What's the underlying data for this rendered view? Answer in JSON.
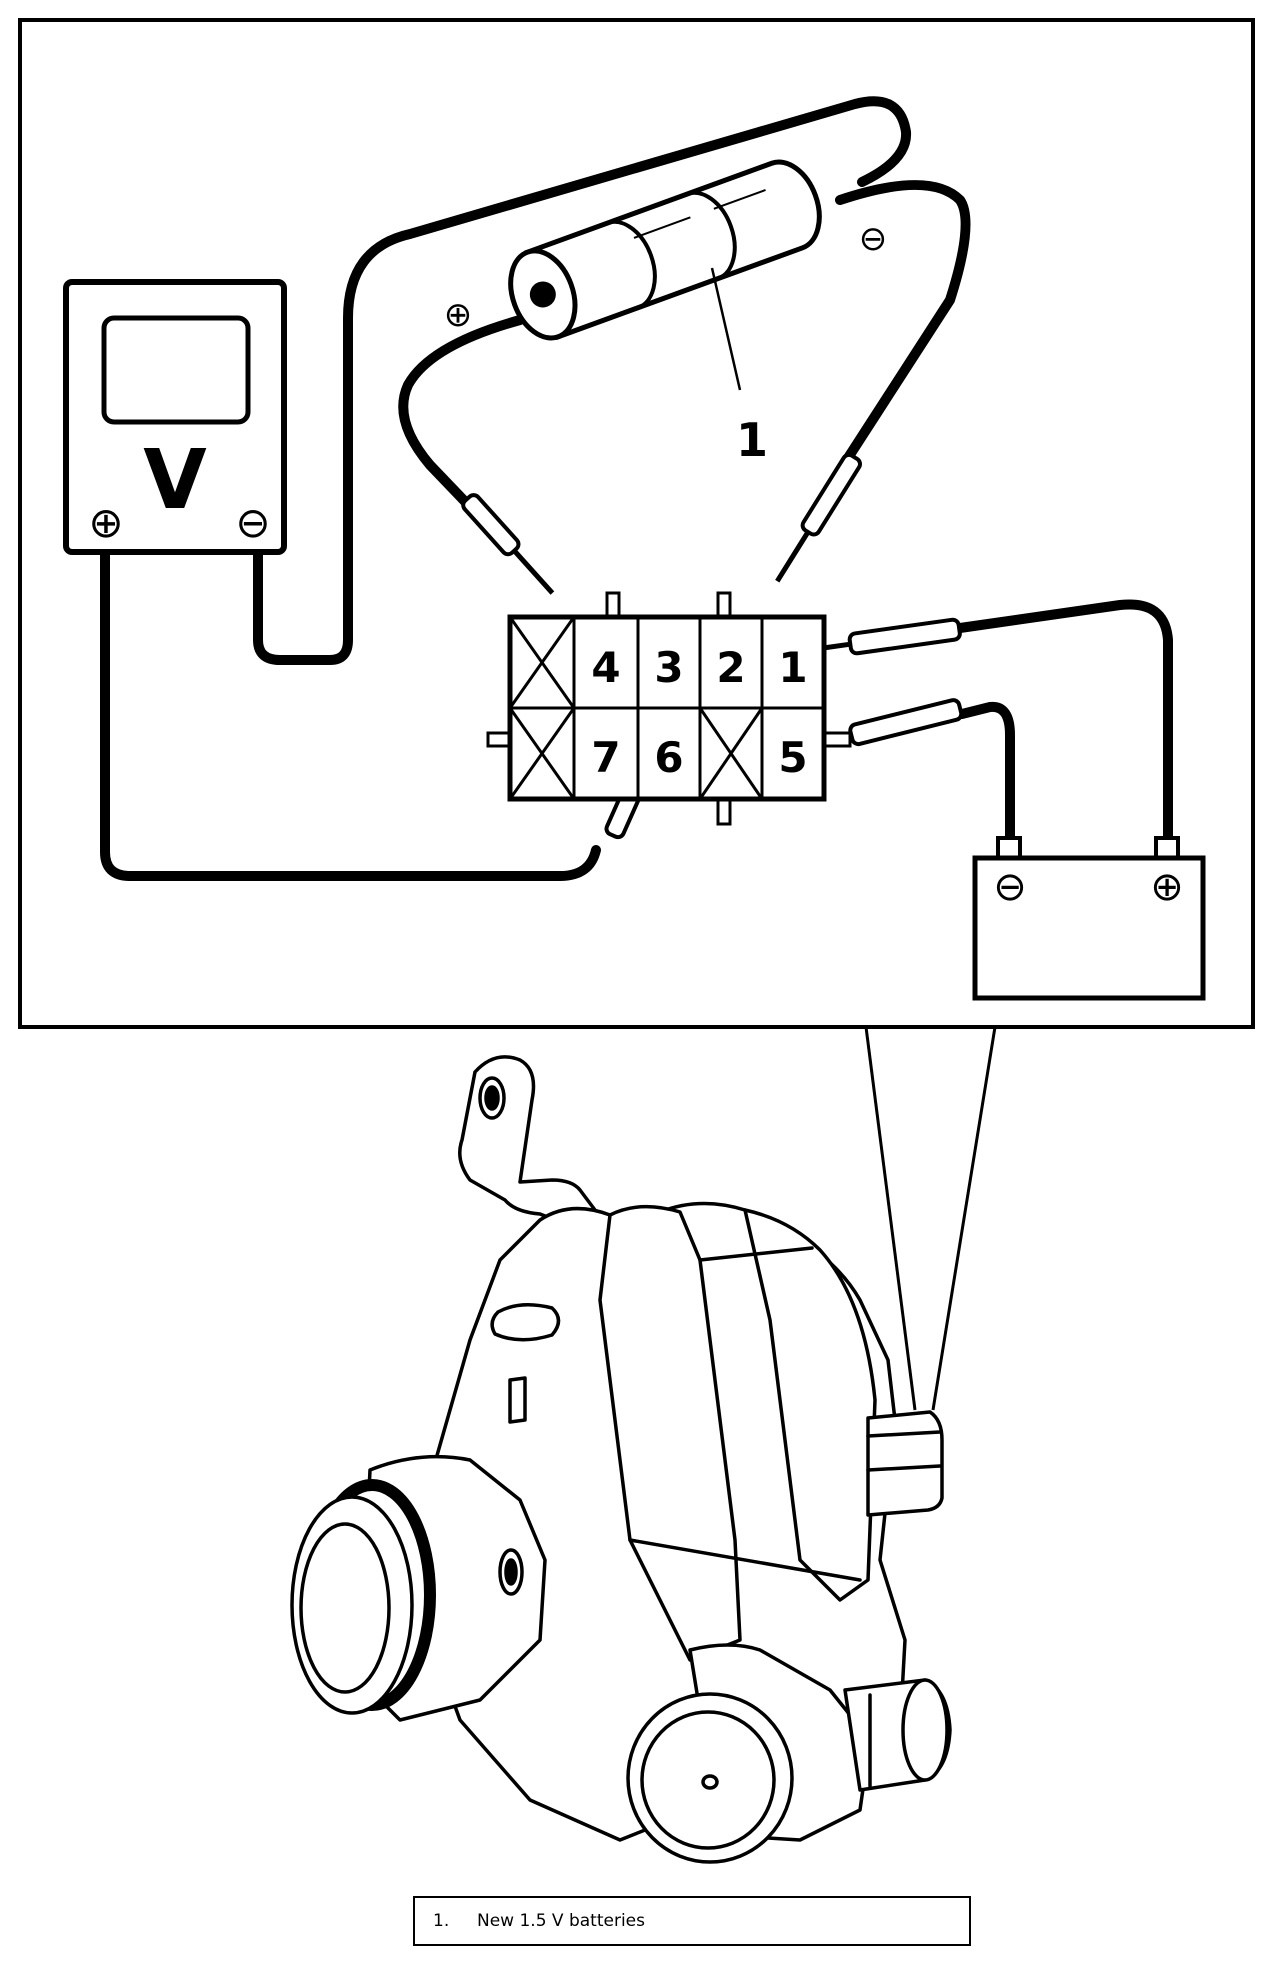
{
  "meter": {
    "unit": "V",
    "positive": "⊕",
    "negative": "⊖"
  },
  "batteries": {
    "positive": "⊕",
    "negative": "⊖",
    "callout": "1"
  },
  "connector": {
    "pins": [
      {
        "id": "pin-4",
        "label": "4"
      },
      {
        "id": "pin-3",
        "label": "3"
      },
      {
        "id": "pin-2",
        "label": "2"
      },
      {
        "id": "pin-1",
        "label": "1"
      },
      {
        "id": "pin-7",
        "label": "7"
      },
      {
        "id": "pin-6",
        "label": "6"
      },
      {
        "id": "pin-5",
        "label": "5"
      }
    ]
  },
  "supply_battery": {
    "negative": "⊖",
    "positive": "⊕"
  },
  "legend": {
    "items": [
      {
        "number": "1.",
        "text": "New 1.5 V batteries"
      }
    ]
  }
}
